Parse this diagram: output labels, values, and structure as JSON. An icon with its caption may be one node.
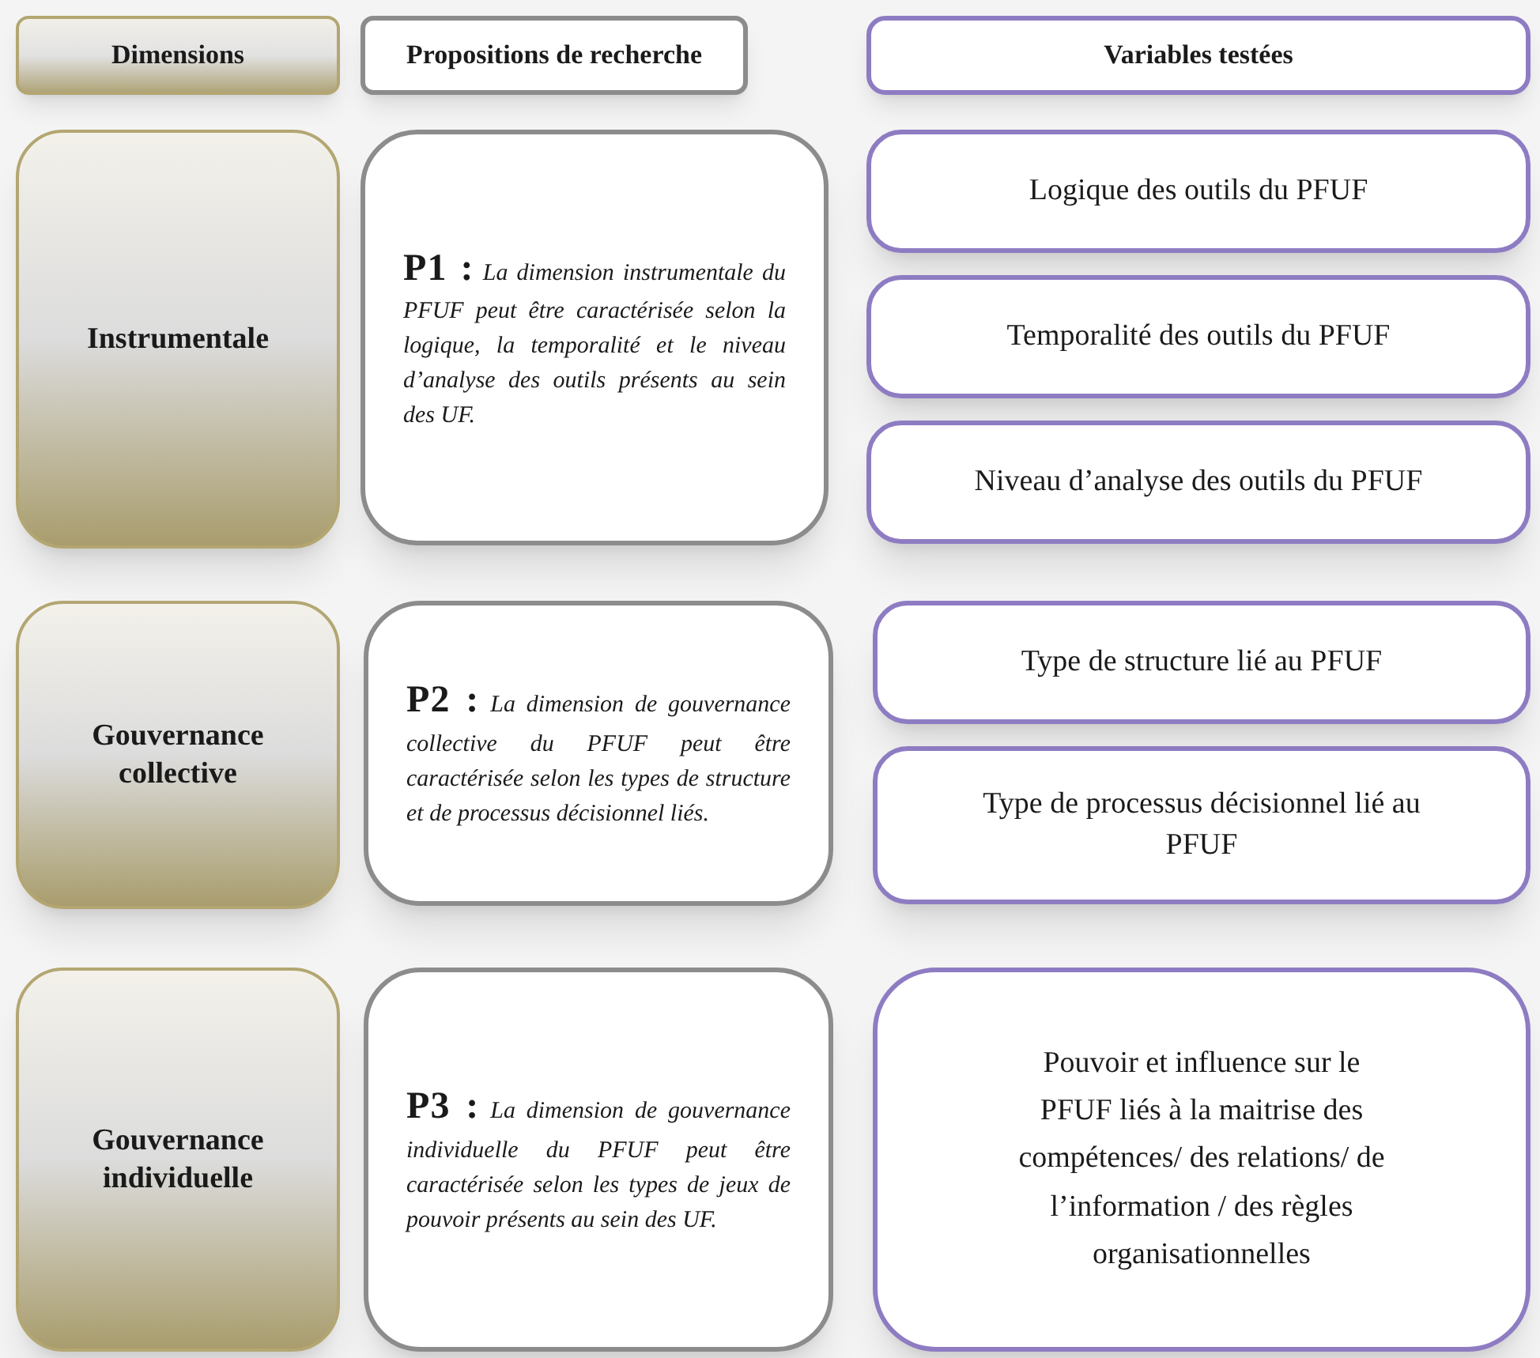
{
  "diagram": {
    "nodes": [
      {
        "text": [
          "Dimensions"
        ]
      },
      {
        "text": [
          "Propositions de recherche"
        ]
      },
      {
        "text": [
          "Variables testées"
        ]
      },
      {
        "text": [
          "Instrumentale"
        ]
      },
      {
        "text": [
          "**P1 :** *La dimension instrumentale du PFUF peut être caractérisée selon la logique, la temporalité et le niveau d’analyse des outils présents au sein des UF.*"
        ]
      },
      {
        "text": [
          "Logique des outils du PFUF"
        ]
      },
      {
        "text": [
          "Temporalité des outils du PFUF"
        ]
      },
      {
        "text": [
          "Niveau d’analyse des outils du PFUF"
        ]
      },
      {
        "text": [
          "Gouvernance collective"
        ]
      },
      {
        "text": [
          "**P2 :** *La dimension de gouvernance collective du PFUF peut être caractérisée selon les types de structure et de processus décisionnel liés.*"
        ]
      },
      {
        "text": [
          "Type de structure lié au PFUF"
        ]
      },
      {
        "text": [
          "Type de processus décisionnel lié au PFUF"
        ]
      },
      {
        "text": [
          "Gouvernance individuelle"
        ]
      },
      {
        "text": [
          "**P3 :** *La dimension de gouvernance individuelle du PFUF peut être caractérisée selon les types de jeux de pouvoir présents au sein des UF.*"
        ]
      },
      {
        "text": [
          "Pouvoir et influence sur le PFUF liés à la maitrise des compétences/ des relations/ de l’information / des règles organisationnelles"
        ]
      }
    ]
  }
}
